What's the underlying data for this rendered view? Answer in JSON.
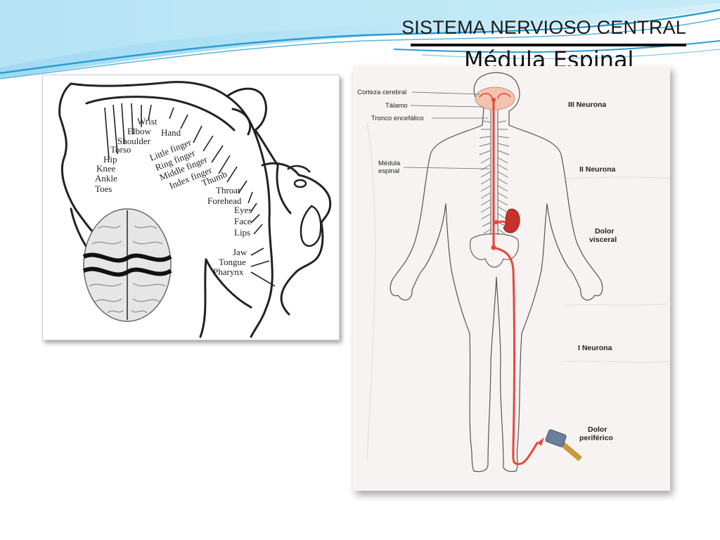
{
  "slide": {
    "title": "SISTEMA NERVIOSO CENTRAL",
    "subtitle": "Médula Espinal"
  },
  "homunculus": {
    "labels": [
      "Wrist",
      "Elbow",
      "Hand",
      "Shoulder",
      "Torso",
      "Hip",
      "Knee",
      "Ankle",
      "Toes",
      "Little finger",
      "Ring finger",
      "Middle finger",
      "Index finger",
      "Thumb",
      "Throat",
      "Forehead",
      "Eyes",
      "Face",
      "Lips",
      "Jaw",
      "Tongue",
      "Pharynx"
    ]
  },
  "pathway": {
    "left_labels": [
      "Corteza cerebral",
      "Tálamo",
      "Tronco encefálico",
      "Médula",
      "espinal"
    ],
    "right_labels": [
      "III Neurona",
      "II Neurona",
      "Dolor",
      "visceral",
      "I Neurona",
      "Dolor",
      "periférico"
    ]
  },
  "colors": {
    "accent_blue": "#3aa6d8",
    "pathway_red": "#e8463c",
    "brain_pink": "#f2c4b0"
  }
}
